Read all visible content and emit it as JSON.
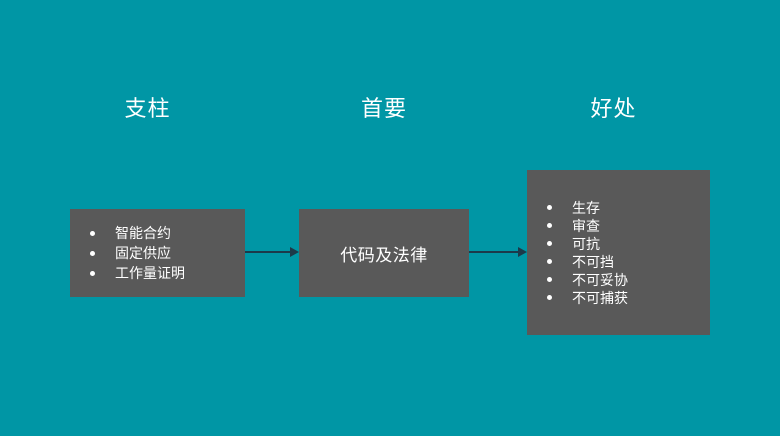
{
  "colors": {
    "background": "#0096A5",
    "box": "#595959",
    "text": "#FFFFFF",
    "arrow": "#1C3A4A"
  },
  "headers": {
    "pillars": "支柱",
    "primary": "首要",
    "benefits": "好处"
  },
  "pillars_box": {
    "items": [
      "智能合约",
      "固定供应",
      "工作量证明"
    ]
  },
  "primary_box": {
    "label": "代码及法律"
  },
  "benefits_box": {
    "items": [
      "生存",
      "审查",
      "可抗",
      "不可挡",
      "不可妥协",
      "不可捕获"
    ]
  }
}
